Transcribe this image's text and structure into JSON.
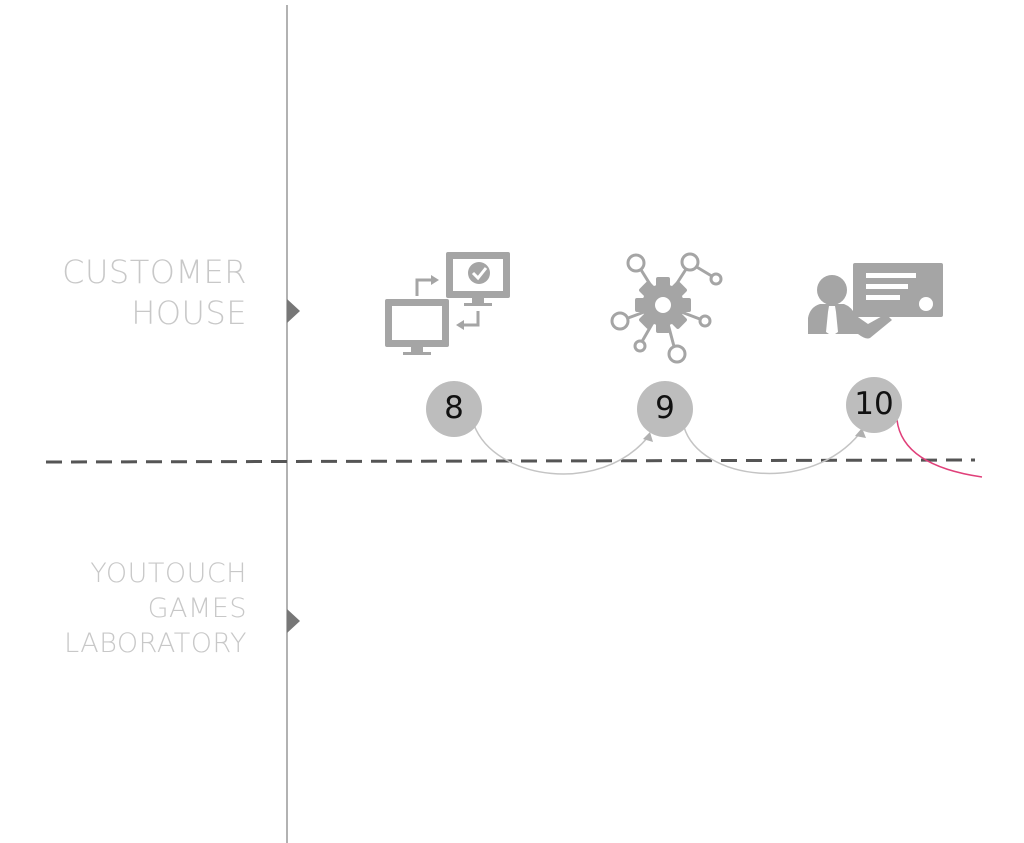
{
  "lanes": {
    "customer": {
      "lines": [
        "CUSTOMER",
        "HOUSE"
      ]
    },
    "laboratory": {
      "lines": [
        "YOUTOUCH",
        "GAMES",
        "LABORATORY"
      ]
    }
  },
  "steps": [
    {
      "number": "8",
      "icon": "computers-sync-check-icon"
    },
    {
      "number": "9",
      "icon": "gear-network-icon"
    },
    {
      "number": "10",
      "icon": "presenter-board-icon"
    }
  ],
  "colors": {
    "icon": "#a5a5a5",
    "badge": "#bdbdbd",
    "label": "#c8c8c8",
    "divider": "#555555",
    "accent": "#e0407a"
  }
}
